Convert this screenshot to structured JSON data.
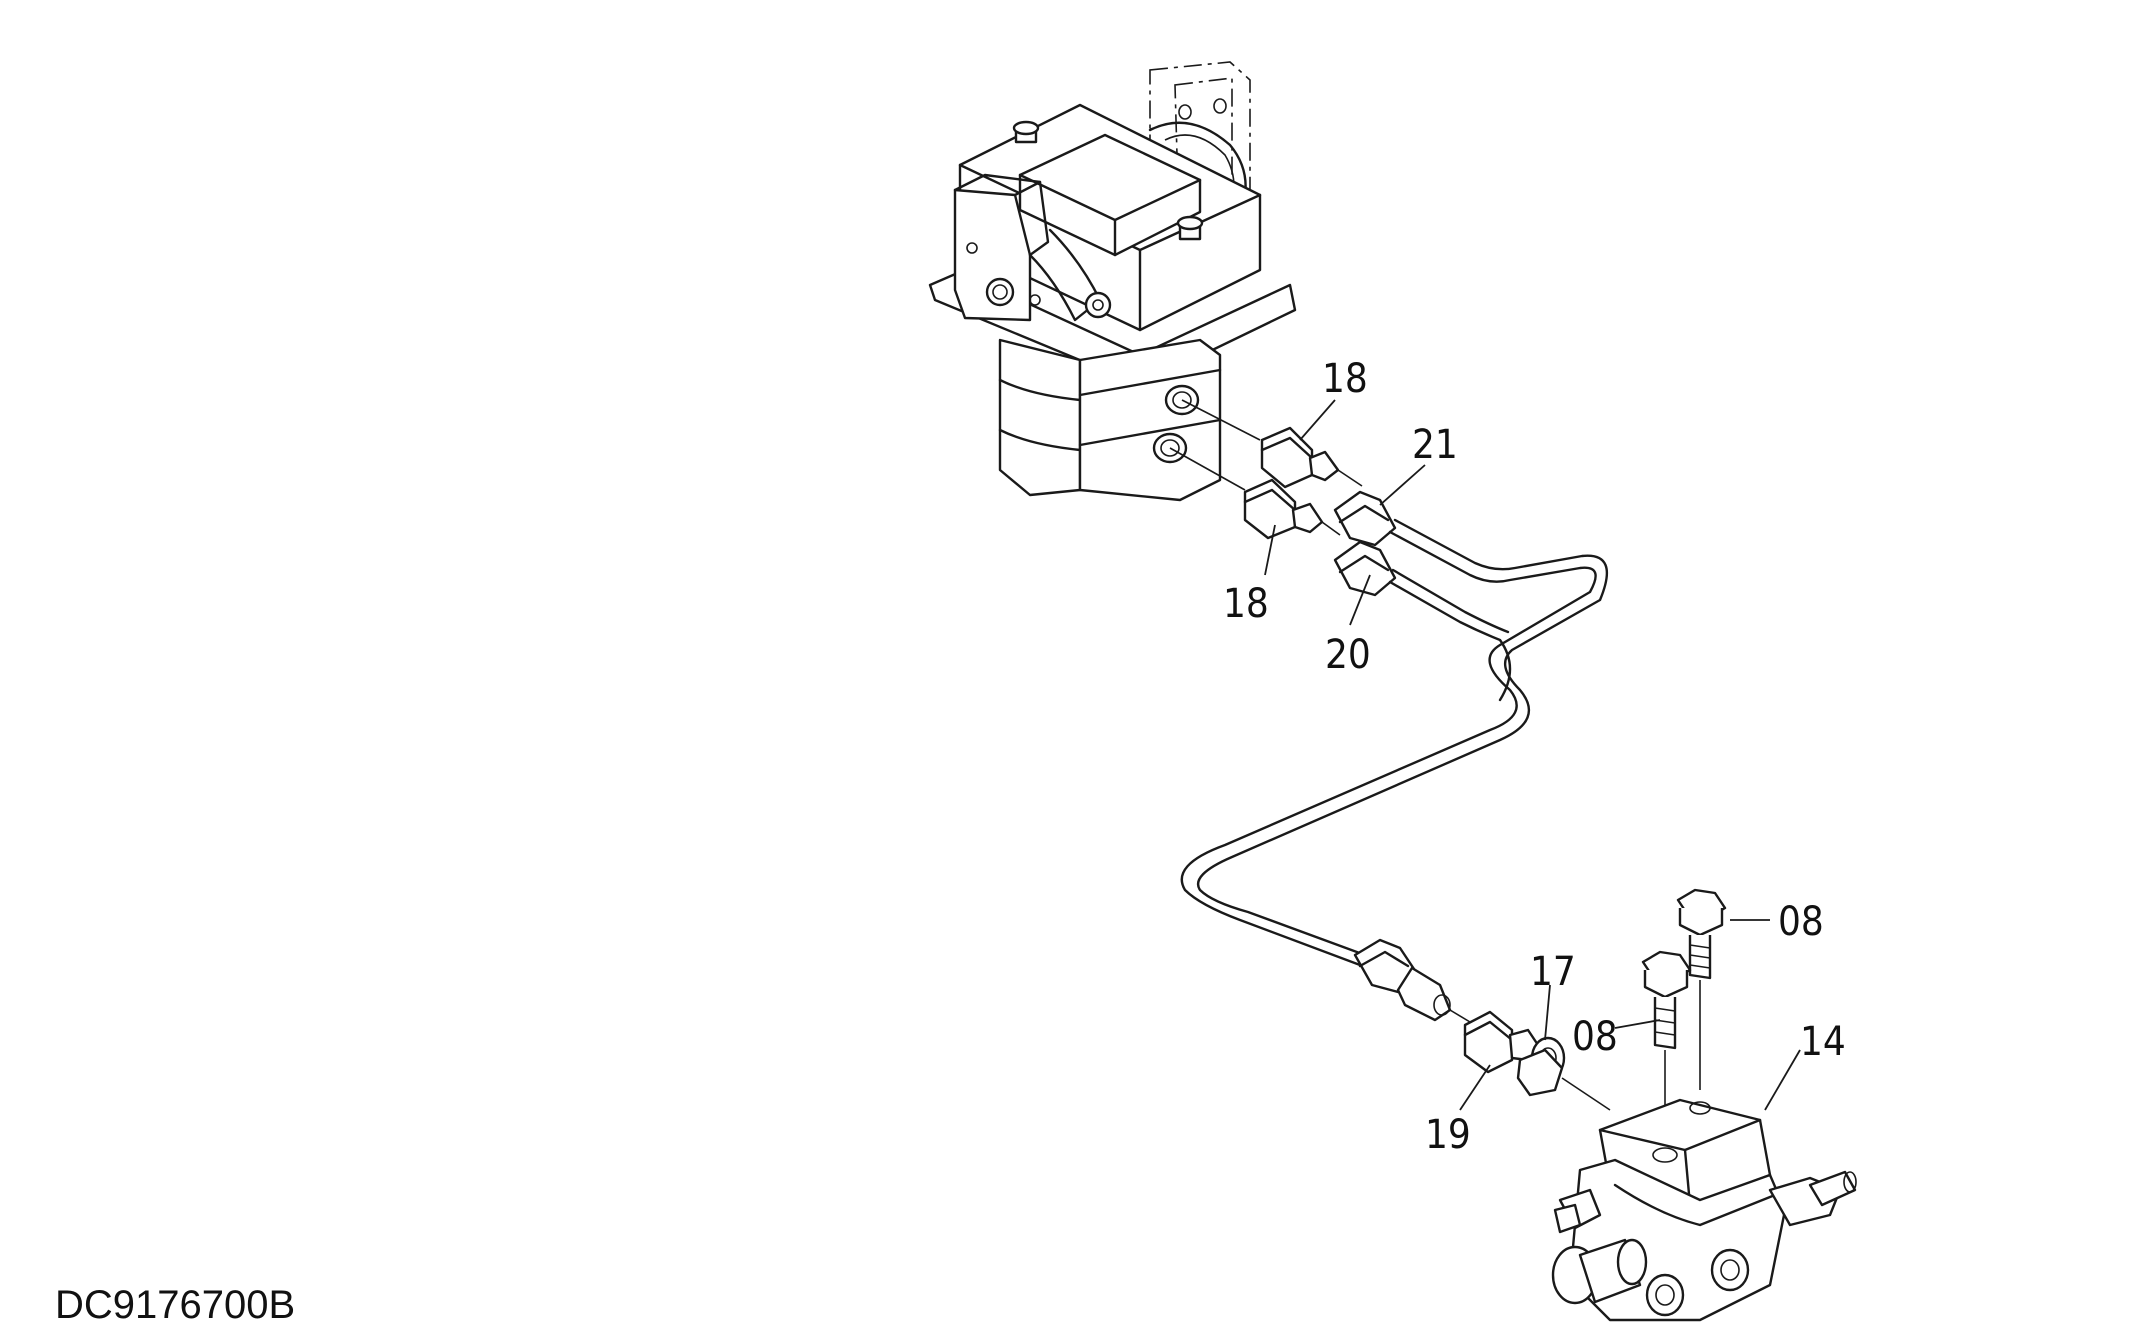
{
  "drawing_id": "DC9176700B",
  "callouts": [
    {
      "id": "c-18-top",
      "text": "18"
    },
    {
      "id": "c-21",
      "text": "21"
    },
    {
      "id": "c-18-bottom",
      "text": "18"
    },
    {
      "id": "c-20",
      "text": "20"
    },
    {
      "id": "c-08-top",
      "text": "08"
    },
    {
      "id": "c-08-mid",
      "text": "08"
    },
    {
      "id": "c-17",
      "text": "17"
    },
    {
      "id": "c-14",
      "text": "14"
    },
    {
      "id": "c-19",
      "text": "19"
    }
  ]
}
